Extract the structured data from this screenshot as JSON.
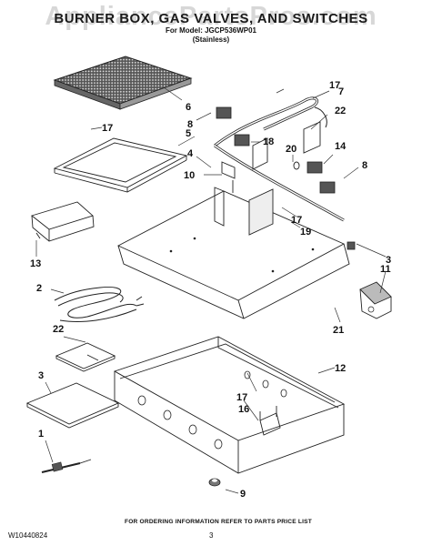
{
  "header": {
    "watermark": "AppliancePartsPros.com",
    "title": "BURNER BOX, GAS VALVES, AND SWITCHES",
    "model_line": "For Model: JGCP536WP01",
    "variant": "(Stainless)"
  },
  "callouts": [
    "6",
    "17",
    "7",
    "8",
    "5",
    "22",
    "18",
    "4",
    "20",
    "14",
    "10",
    "8",
    "17",
    "19",
    "3",
    "13",
    "11",
    "2",
    "21",
    "22",
    "12",
    "3",
    "17",
    "16",
    "1",
    "9"
  ],
  "footer": {
    "code": "W10440824",
    "note": "FOR ORDERING INFORMATION REFER TO PARTS PRICE LIST",
    "page": "3"
  },
  "colors": {
    "ink": "#222222",
    "panel": "#ffffff",
    "grate": "#888888"
  }
}
